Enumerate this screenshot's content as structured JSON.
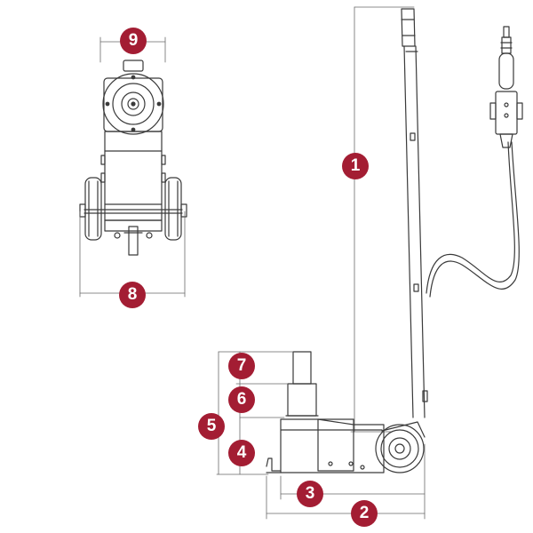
{
  "colors": {
    "badge": "#a31d33",
    "line": "#3a3a3a",
    "dim_line": "#6a6a6a"
  },
  "labels": {
    "l1": "1",
    "l2": "2",
    "l3": "3",
    "l4": "4",
    "l5": "5",
    "l6": "6",
    "l7": "7",
    "l8": "8",
    "l9": "9"
  }
}
